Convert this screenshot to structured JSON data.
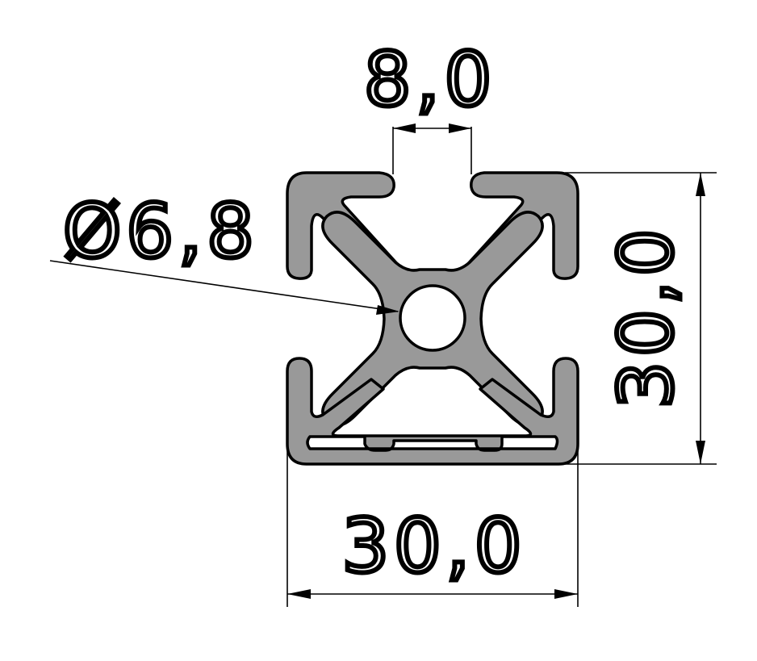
{
  "dimensions": {
    "slot_width": "8,0",
    "bore_diameter": "Ø6,8",
    "height": "30,0",
    "width": "30,0"
  },
  "colors": {
    "profile_fill": "#999999",
    "outline": "#000000",
    "background": "#ffffff"
  }
}
